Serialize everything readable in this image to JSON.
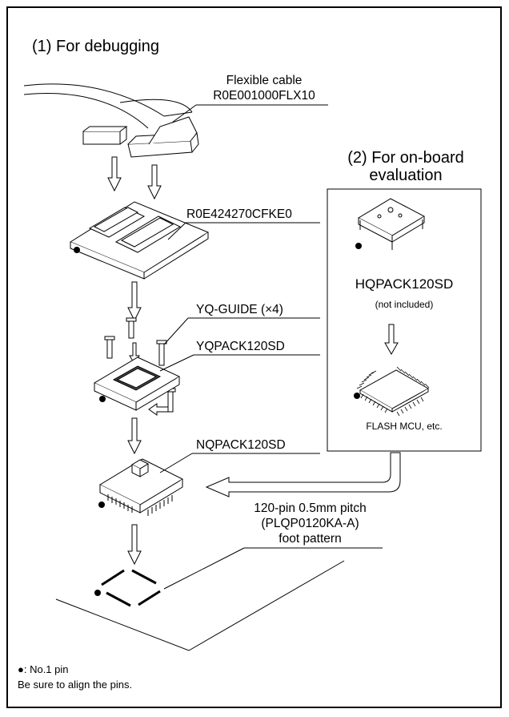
{
  "headings": {
    "debugging": "(1) For debugging",
    "onboard_line1": "(2) For on-board",
    "onboard_line2": "evaluation"
  },
  "labels": {
    "cable_line1": "Flexible cable",
    "cable_line2": "R0E001000FLX10",
    "board": "R0E424270CFKE0",
    "guide": "YQ-GUIDE (×4)",
    "yqpack": "YQPACK120SD",
    "nqpack": "NQPACK120SD",
    "hqpack": "HQPACK120SD",
    "not_included": "(not included)",
    "flash_mcu": "FLASH MCU, etc.",
    "foot_line1": "120-pin 0.5mm pitch",
    "foot_line2": "(PLQP0120KA-A)",
    "foot_line3": "foot pattern"
  },
  "notes": {
    "pin_note": "●: No.1 pin",
    "align_note": "Be sure to align the pins."
  }
}
